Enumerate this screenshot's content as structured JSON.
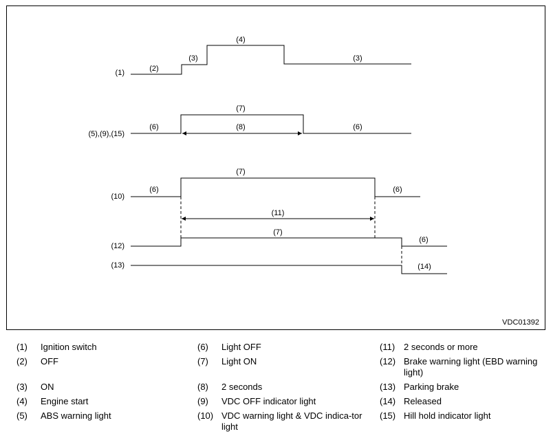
{
  "diagram": {
    "code": "VDC01392",
    "row_labels": {
      "r1": "(1)",
      "r2": "(5),(9),(15)",
      "r3": "(10)",
      "r4": "(12)",
      "r5": "(13)"
    },
    "callouts": {
      "r1_off": "(2)",
      "r1_on_a": "(3)",
      "r1_start": "(4)",
      "r1_on_b": "(3)",
      "r2_off_a": "(6)",
      "r2_on": "(7)",
      "r2_dur": "(8)",
      "r2_off_b": "(6)",
      "r3_off_a": "(6)",
      "r3_on": "(7)",
      "r3_off_b": "(6)",
      "r3_dur": "(11)",
      "r4_on": "(7)",
      "r4_off": "(6)",
      "r5_rel": "(14)"
    }
  },
  "legend": [
    {
      "num": "(1)",
      "text": "Ignition switch"
    },
    {
      "num": "(2)",
      "text": "OFF"
    },
    {
      "num": "(3)",
      "text": "ON"
    },
    {
      "num": "(4)",
      "text": "Engine start"
    },
    {
      "num": "(5)",
      "text": "ABS warning light"
    },
    {
      "num": "(6)",
      "text": "Light OFF"
    },
    {
      "num": "(7)",
      "text": "Light ON"
    },
    {
      "num": "(8)",
      "text": "2 seconds"
    },
    {
      "num": "(9)",
      "text": "VDC OFF indicator light"
    },
    {
      "num": "(10)",
      "text": "VDC warning light & VDC indica-tor light"
    },
    {
      "num": "(11)",
      "text": "2 seconds or more"
    },
    {
      "num": "(12)",
      "text": "Brake warning light (EBD warning light)"
    },
    {
      "num": "(13)",
      "text": "Parking brake"
    },
    {
      "num": "(14)",
      "text": "Released"
    },
    {
      "num": "(15)",
      "text": "Hill hold indicator light"
    }
  ]
}
